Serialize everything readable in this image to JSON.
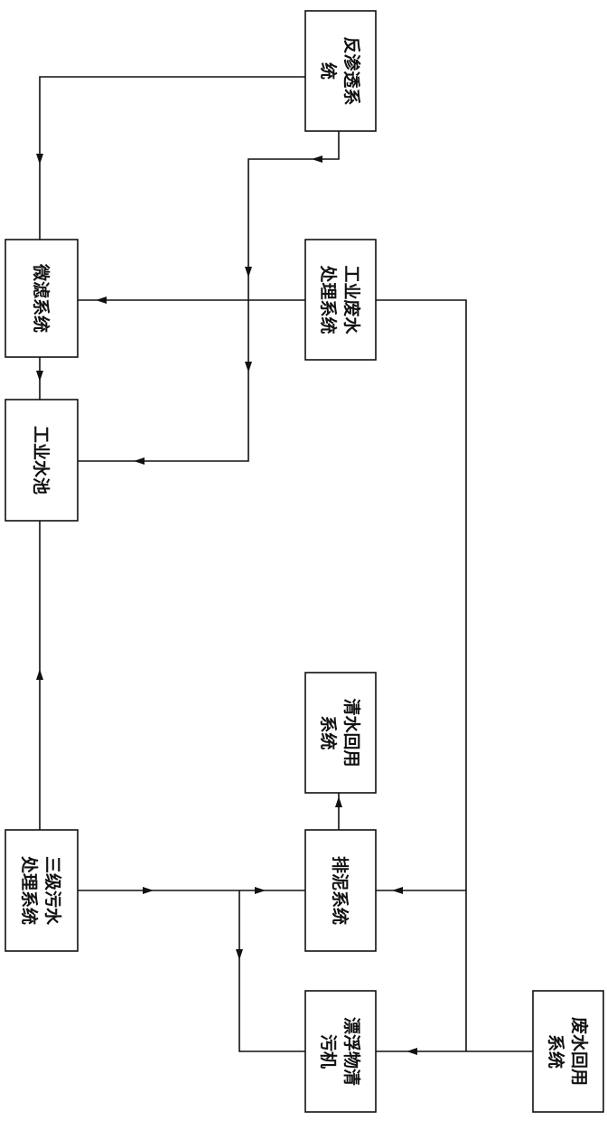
{
  "boxes": [
    {
      "id": "ro",
      "lines": [
        "反渗透系",
        "统"
      ]
    },
    {
      "id": "microfilter",
      "lines": [
        "微滤系统"
      ]
    },
    {
      "id": "industrial_waste",
      "lines": [
        "工业废水",
        "处理系统"
      ]
    },
    {
      "id": "pool",
      "lines": [
        "工业水池"
      ]
    },
    {
      "id": "clearwater",
      "lines": [
        "清水回用",
        "系统"
      ]
    },
    {
      "id": "tertiary",
      "lines": [
        "三级污水",
        "处理系统"
      ]
    },
    {
      "id": "sludge",
      "lines": [
        "排泥系统"
      ]
    },
    {
      "id": "skimmer",
      "lines": [
        "漂浮物清",
        "污机"
      ]
    },
    {
      "id": "reuse",
      "lines": [
        "废水回用",
        "系统"
      ]
    }
  ],
  "colors": {
    "line": "#111111",
    "background": "#ffffff"
  }
}
